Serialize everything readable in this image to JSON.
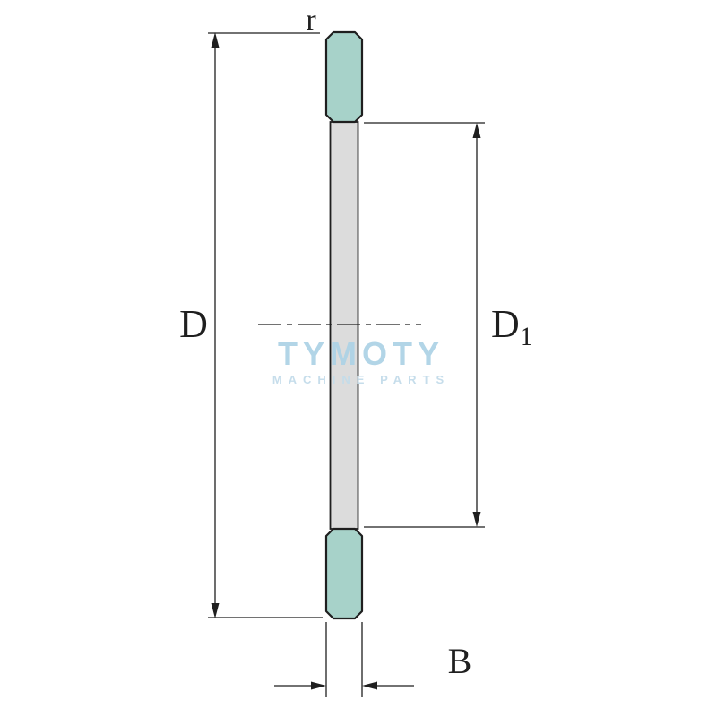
{
  "drawing": {
    "labels": {
      "outer_diameter": "D",
      "inner_diameter_base": "D",
      "inner_diameter_sub": "1",
      "width": "B",
      "corner_radius": "r"
    },
    "watermark": {
      "title": "TYMOTY",
      "subtitle": "MACHINE PARTS"
    },
    "colors": {
      "washer_end": "#a7d2c9",
      "washer_middle": "#dcdcdc",
      "outline": "#1f1f1f",
      "watermark_title": "#aed3e6",
      "watermark_subtitle": "#c3dcea",
      "background": "#ffffff"
    }
  }
}
